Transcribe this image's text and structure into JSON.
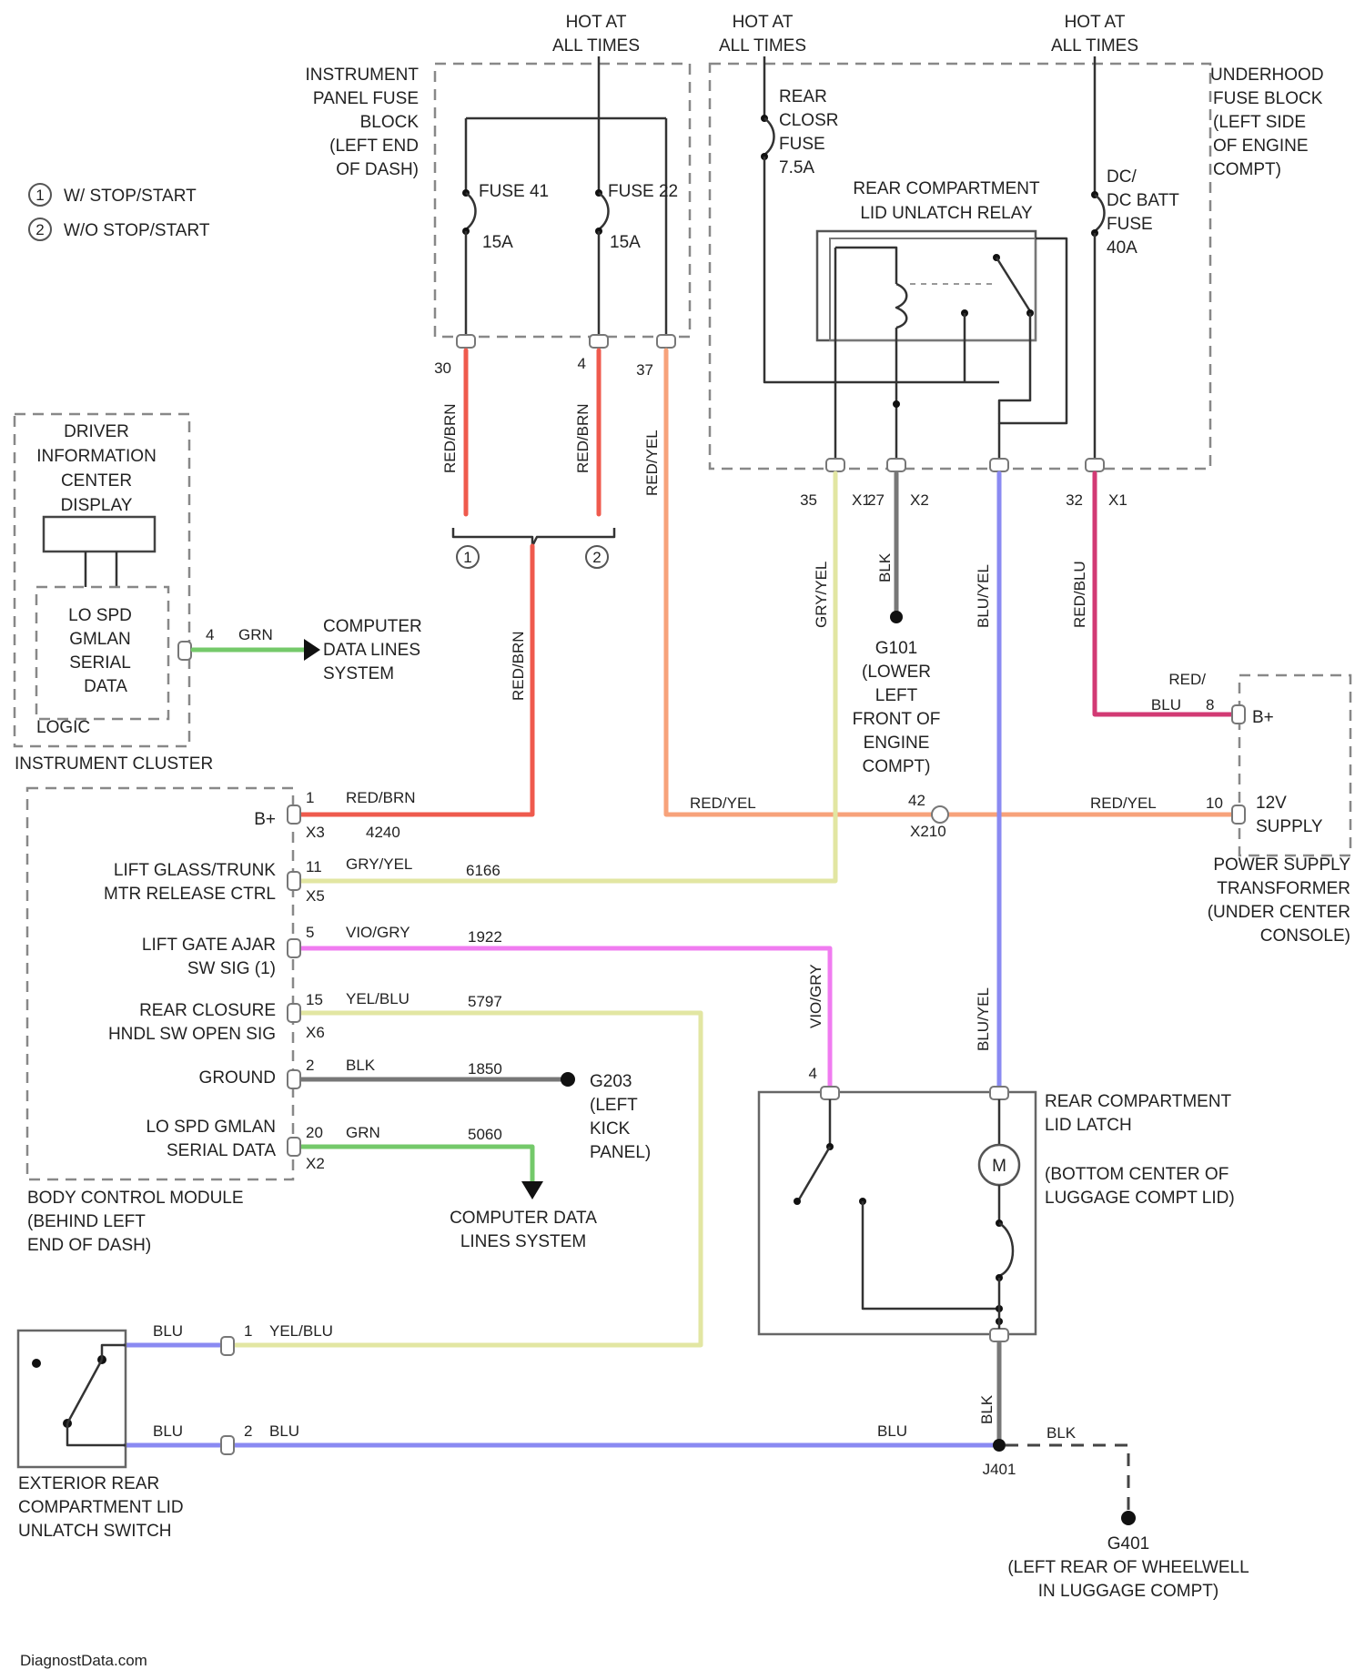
{
  "feeds": {
    "hot1": [
      "HOT AT",
      "ALL TIMES"
    ],
    "hot2": [
      "HOT AT",
      "ALL TIMES"
    ],
    "hot3": [
      "HOT AT",
      "ALL TIMES"
    ]
  },
  "legend": {
    "item1_num": "1",
    "item1": "W/ STOP/START",
    "item2_num": "2",
    "item2": "W/O STOP/START"
  },
  "instrument_panel_fuse_block": [
    "INSTRUMENT",
    "PANEL FUSE",
    "BLOCK",
    "(LEFT END",
    "OF DASH)"
  ],
  "underhood_fuse_block": [
    "UNDERHOOD",
    "FUSE BLOCK",
    "(LEFT SIDE",
    "OF ENGINE",
    "COMPT)"
  ],
  "fuses": {
    "f41": "FUSE 41",
    "f41_amp": "15A",
    "f22": "FUSE 22",
    "f22_amp": "15A",
    "rear": [
      "REAR",
      "CLOSR",
      "FUSE",
      "7.5A"
    ],
    "dc": [
      "DC/",
      "DC BATT",
      "FUSE",
      "40A"
    ]
  },
  "relay": [
    "REAR COMPARTMENT",
    "LID UNLATCH RELAY"
  ],
  "pins": {
    "ip1": "30",
    "ip2": "4",
    "ip3": "37",
    "uh1": "35",
    "uh1c": "X1",
    "uh2": "27",
    "uh2c": "X2",
    "uh3": "",
    "uh4": "32",
    "uh4c": "X1"
  },
  "wire_colors": {
    "red_brn": "RED/BRN",
    "red_yel": "RED/YEL",
    "gry_yel": "GRY/YEL",
    "blk": "BLK",
    "blu_yel": "BLU/YEL",
    "red_blu": "RED/BLU",
    "vio_gry": "VIO/GRY",
    "grn": "GRN",
    "yel_blu": "YEL/BLU",
    "blu": "BLU"
  },
  "ground_g101": [
    "G101",
    "(LOWER",
    "LEFT",
    "FRONT OF",
    "ENGINE",
    "COMPT)"
  ],
  "dic": [
    "DRIVER",
    "INFORMATION",
    "CENTER",
    "DISPLAY"
  ],
  "cluster": {
    "sub": [
      "LO SPD",
      "GMLAN",
      "SERIAL",
      "DATA"
    ],
    "logic": "LOGIC",
    "name": "INSTRUMENT CLUSTER",
    "pin": "4",
    "pin_color": "GRN",
    "dest": [
      "COMPUTER",
      "DATA LINES",
      "SYSTEM"
    ]
  },
  "power_supply": {
    "pin8": "8",
    "pin8_color": [
      "RED/",
      "BLU"
    ],
    "b_plus": "B+",
    "pin10": "10",
    "pin10_color": "RED/YEL",
    "supply": [
      "12V",
      "SUPPLY"
    ],
    "name": [
      "POWER SUPPLY",
      "TRANSFORMER",
      "(UNDER CENTER",
      "CONSOLE)"
    ]
  },
  "splice": {
    "num": "42",
    "id": "X210"
  },
  "bcm": {
    "b_plus": "B+",
    "b_pin": "1",
    "b_conn": "X3",
    "b_circ": "4240",
    "lift_ctrl": [
      "LIFT GLASS/TRUNK",
      "MTR RELEASE CTRL"
    ],
    "lift_pin": "11",
    "lift_conn": "X5",
    "lift_circ": "6166",
    "ajar": [
      "LIFT GATE AJAR",
      "SW SIG (1)"
    ],
    "ajar_pin": "5",
    "ajar_circ": "1922",
    "handle": [
      "REAR CLOSURE",
      "HNDL SW OPEN SIG"
    ],
    "handle_pin": "15",
    "handle_conn": "X6",
    "handle_circ": "5797",
    "ground": "GROUND",
    "gnd_pin": "2",
    "gnd_circ": "1850",
    "serial": [
      "LO SPD GMLAN",
      "SERIAL DATA"
    ],
    "serial_pin": "20",
    "serial_conn": "X2",
    "serial_circ": "5060",
    "name": [
      "BODY CONTROL MODULE",
      "(BEHIND LEFT",
      "END OF DASH)"
    ],
    "dest": [
      "COMPUTER DATA",
      "LINES SYSTEM"
    ]
  },
  "g203": [
    "G203",
    "(LEFT",
    "KICK",
    "PANEL)"
  ],
  "latch": {
    "name": [
      "REAR COMPARTMENT",
      "LID LATCH"
    ],
    "loc": [
      "(BOTTOM CENTER OF",
      "LUGGAGE COMPT LID)"
    ],
    "motor": "M",
    "pin_a": "4",
    "pin_b": ""
  },
  "switch": {
    "name": [
      "EXTERIOR REAR",
      "COMPARTMENT LID",
      "UNLATCH SWITCH"
    ],
    "pin1": "1",
    "pin2": "2"
  },
  "splice_j401": "J401",
  "ground_g401": [
    "G401",
    "(LEFT REAR OF WHEELWELL",
    "IN LUGGAGE COMPT)"
  ],
  "watermark": "DiagnostData.com",
  "colors": {
    "red": "#ef5a4d",
    "orange": "#f7a27a",
    "yellow": "#e2e6a2",
    "blue": "#8a8af2",
    "violet": "#f07cf0",
    "green": "#74c96a",
    "redblu": "#d23a74",
    "gray": "#777777"
  }
}
